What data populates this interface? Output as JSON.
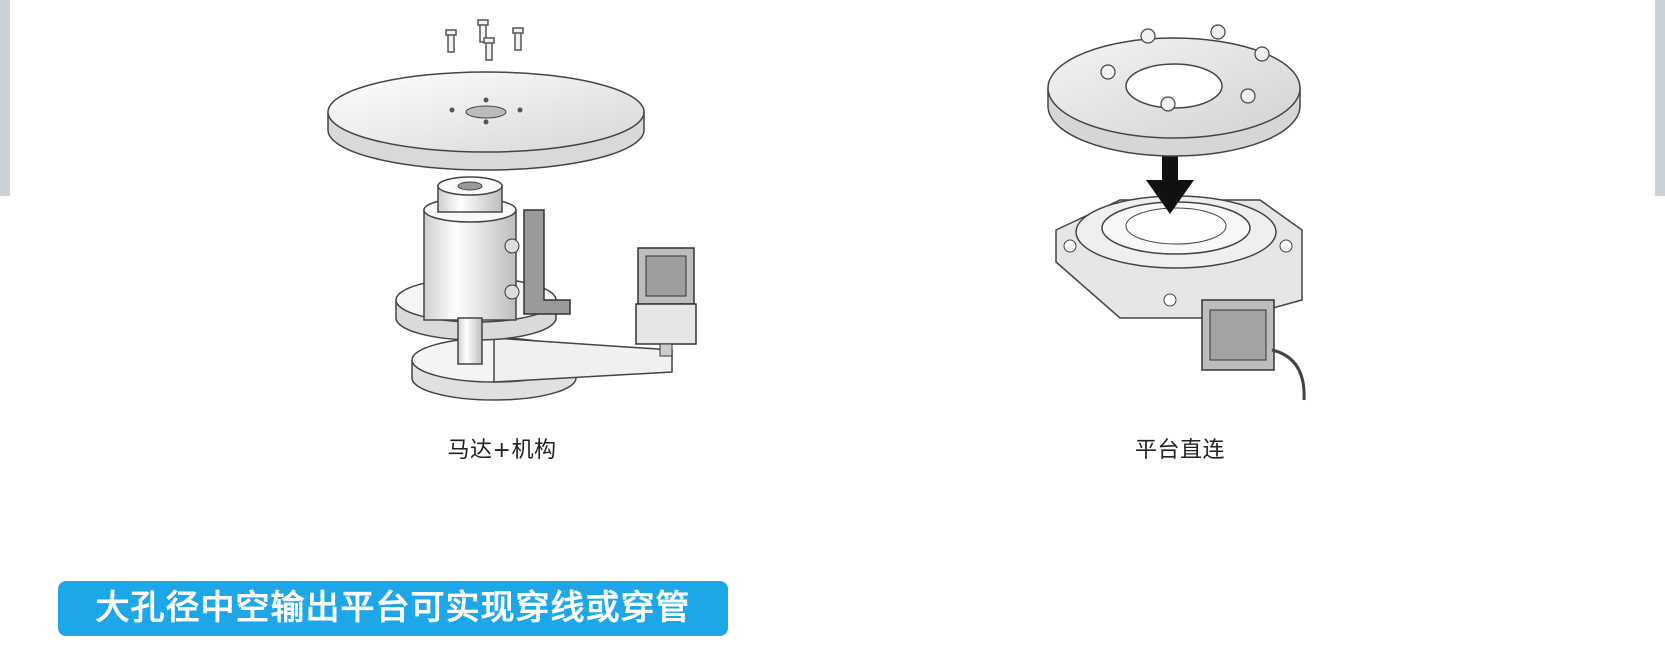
{
  "figures": [
    {
      "caption": "马达+机构"
    },
    {
      "caption": "平台直连"
    }
  ],
  "banner": {
    "text": "大孔径中空输出平台可实现穿线或穿管",
    "color": "#1ea7e8"
  },
  "icons": {
    "left_figure": "motor-mechanism-illustration",
    "right_figure": "direct-platform-illustration",
    "arrow": "down-arrow-icon"
  }
}
